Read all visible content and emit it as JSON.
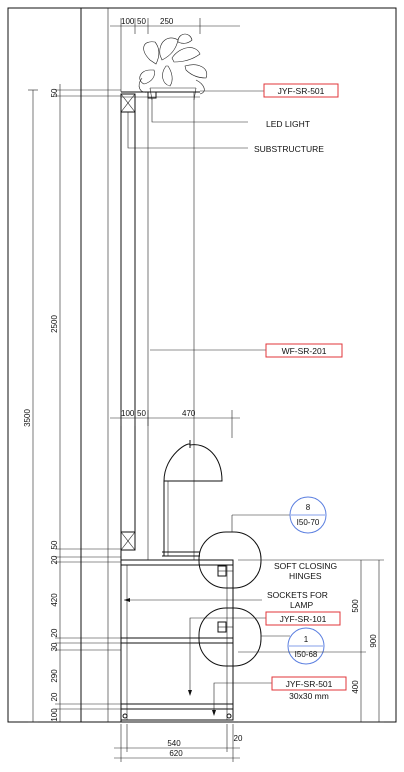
{
  "top_dims": {
    "d1": "100",
    "d2": "50",
    "d3": "250"
  },
  "mid_dims": {
    "d1": "100",
    "d2": "50",
    "d3": "470"
  },
  "bottom_dims": {
    "d1": "540",
    "d2": "20",
    "d3": "620"
  },
  "left_dims": {
    "total": "3500",
    "upper": "2500",
    "top": "50",
    "shelf_top": "50",
    "shelf_top2": "20",
    "socket_zone": "420",
    "mid_shelf": "20",
    "mid_shelf2": "30",
    "low_zone": "290",
    "bottom_shelf": "20",
    "base": "100"
  },
  "right_dims": {
    "upper": "500",
    "total": "900",
    "lower": "400"
  },
  "tags": {
    "top_ref": "JYF-SR-501",
    "wall_ref": "WF-SR-201",
    "socket_ref": "JYF-SR-101",
    "bottom_ref": "JYF-SR-501",
    "bottom_note": "30x30 mm"
  },
  "labels": {
    "led_light": "LED LIGHT",
    "substructure": "SUBSTRUCTURE",
    "soft_closing_1": "SOFT CLOSING",
    "soft_closing_2": "HINGES",
    "sockets_1": "SOCKETS FOR",
    "sockets_2": "LAMP"
  },
  "bubbles": {
    "top": {
      "num": "8",
      "ref": "I50-70"
    },
    "bottom": {
      "num": "1",
      "ref": "I50-68"
    }
  },
  "colors": {
    "tag_border": "#e0353a",
    "bubble_border": "#5b7fe0"
  }
}
